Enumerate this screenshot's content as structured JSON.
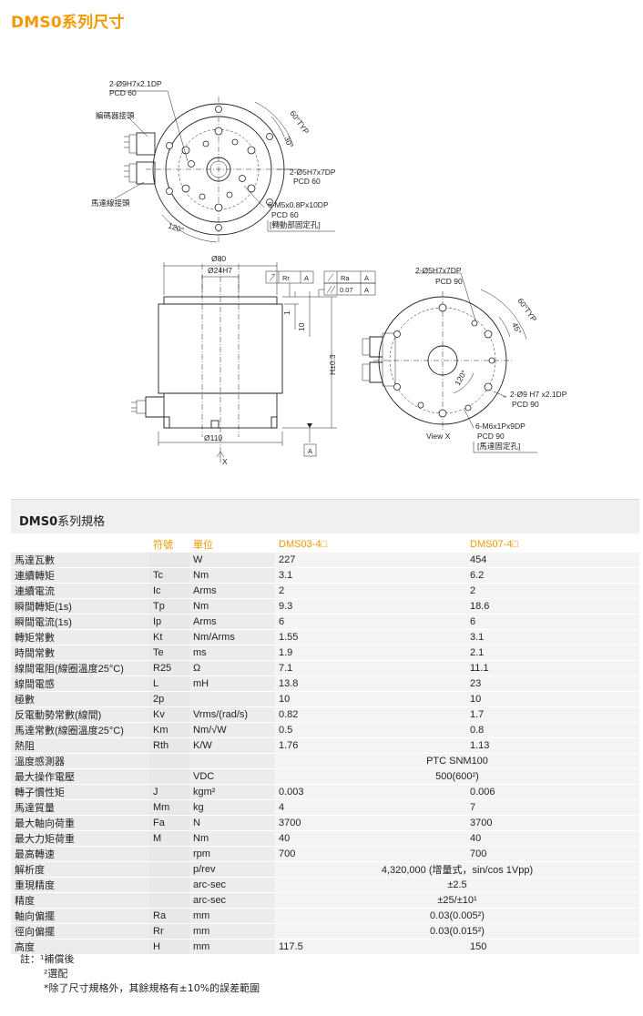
{
  "page_title": "DMS0系列尺寸",
  "drawing_labels": {
    "top_holes": "2-Ø9H7x2.1DP",
    "top_pcd": "PCD 60",
    "encoder_connector": "編碼器接頭",
    "motor_connector": "馬達線接頭",
    "angle_60typ": "60°TYP",
    "angle_30": "30°",
    "angle_120": "120°",
    "holes_5": "2-Ø5H7x7DP",
    "holes_5_pcd": "PCD 60",
    "holes_m5": "6-M5x0.8Px10DP",
    "holes_m5_pcd": "PCD 60",
    "holes_m5_note": "[轉動部固定孔]",
    "dia_80": "Ø80",
    "dia_24": "Ø24H7",
    "tol_rr": "Rr",
    "tol_a1": "A",
    "tol_ra": "Ra",
    "tol_a2": "A",
    "tol_007": "0.07",
    "tol_a3": "A",
    "dim_1": "1",
    "dim_10": "10",
    "dim_h": "H±0.3",
    "dia_110": "Ø110",
    "datum_a": "A",
    "view_x_arrow": "X",
    "b_holes_5": "2-Ø5H7x7DP",
    "b_holes_5_pcd": "PCD 90",
    "b_angle_60": "60°TYP",
    "b_angle_45": "45°",
    "b_angle_120": "120°",
    "b_holes_9": "2-Ø9 H7 x2.1DP",
    "b_holes_9_pcd": "PCD 90",
    "b_holes_m6": "6-M6x1Px9DP",
    "b_holes_m6_pcd": "PCD 90",
    "b_holes_m6_note": "[馬達固定孔]",
    "view_x": "View X"
  },
  "spec": {
    "title_bold": "DMS0",
    "title_rest": "系列規格",
    "headers": [
      "",
      "符號",
      "單位",
      "DMS03-4□",
      "DMS07-4□"
    ],
    "rows": [
      [
        "馬達瓦數",
        "",
        "W",
        "227",
        "454"
      ],
      [
        "連續轉矩",
        "Tc",
        "Nm",
        "3.1",
        "6.2"
      ],
      [
        "連續電流",
        "Ic",
        "Arms",
        "2",
        "2"
      ],
      [
        "瞬間轉矩(1s)",
        "Tp",
        "Nm",
        "9.3",
        "18.6"
      ],
      [
        "瞬間電流(1s)",
        "Ip",
        "Arms",
        "6",
        "6"
      ],
      [
        "轉矩常數",
        "Kt",
        "Nm/Arms",
        "1.55",
        "3.1"
      ],
      [
        "時間常數",
        "Te",
        "ms",
        "1.9",
        "2.1"
      ],
      [
        "線間電阻(線圈溫度25°C)",
        "R25",
        "Ω",
        "7.1",
        "11.1"
      ],
      [
        "線間電感",
        "L",
        "mH",
        "13.8",
        "23"
      ],
      [
        "極數",
        "2p",
        "",
        "10",
        "10"
      ],
      [
        "反電動勢常數(線間)",
        "Kv",
        "Vrms/(rad/s)",
        "0.82",
        "1.7"
      ],
      [
        "馬達常數(線圈溫度25°C)",
        "Km",
        "Nm/√W",
        "0.5",
        "0.8"
      ],
      [
        "熱阻",
        "Rth",
        "K/W",
        "1.76",
        "1.13"
      ],
      [
        "溫度感測器",
        "",
        "",
        "PTC SNM100"
      ],
      [
        "最大操作電壓",
        "",
        "VDC",
        "500(600²)"
      ],
      [
        "轉子慣性矩",
        "J",
        "kgm²",
        "0.003",
        "0.006"
      ],
      [
        "馬達質量",
        "Mm",
        "kg",
        "4",
        "7"
      ],
      [
        "最大軸向荷重",
        "Fa",
        "N",
        "3700",
        "3700"
      ],
      [
        "最大力矩荷重",
        "M",
        "Nm",
        "40",
        "40"
      ],
      [
        "最高轉速",
        "",
        "rpm",
        "700",
        "700"
      ],
      [
        "解析度",
        "",
        "p/rev",
        "4,320,000 (增量式，sin/cos 1Vpp)"
      ],
      [
        "重現精度",
        "",
        "arc-sec",
        "±2.5"
      ],
      [
        "精度",
        "",
        "arc-sec",
        "±25/±10¹"
      ],
      [
        "軸向偏擺",
        "Ra",
        "mm",
        "0.03(0.005²)"
      ],
      [
        "徑向偏擺",
        "Rr",
        "mm",
        "0.03(0.015²)"
      ],
      [
        "高度",
        "H",
        "mm",
        "117.5",
        "150"
      ]
    ]
  },
  "notes": {
    "line1": "註：¹補償後",
    "line2": "²選配",
    "line3": "*除了尺寸規格外，其餘規格有±10%的誤差範圍"
  }
}
